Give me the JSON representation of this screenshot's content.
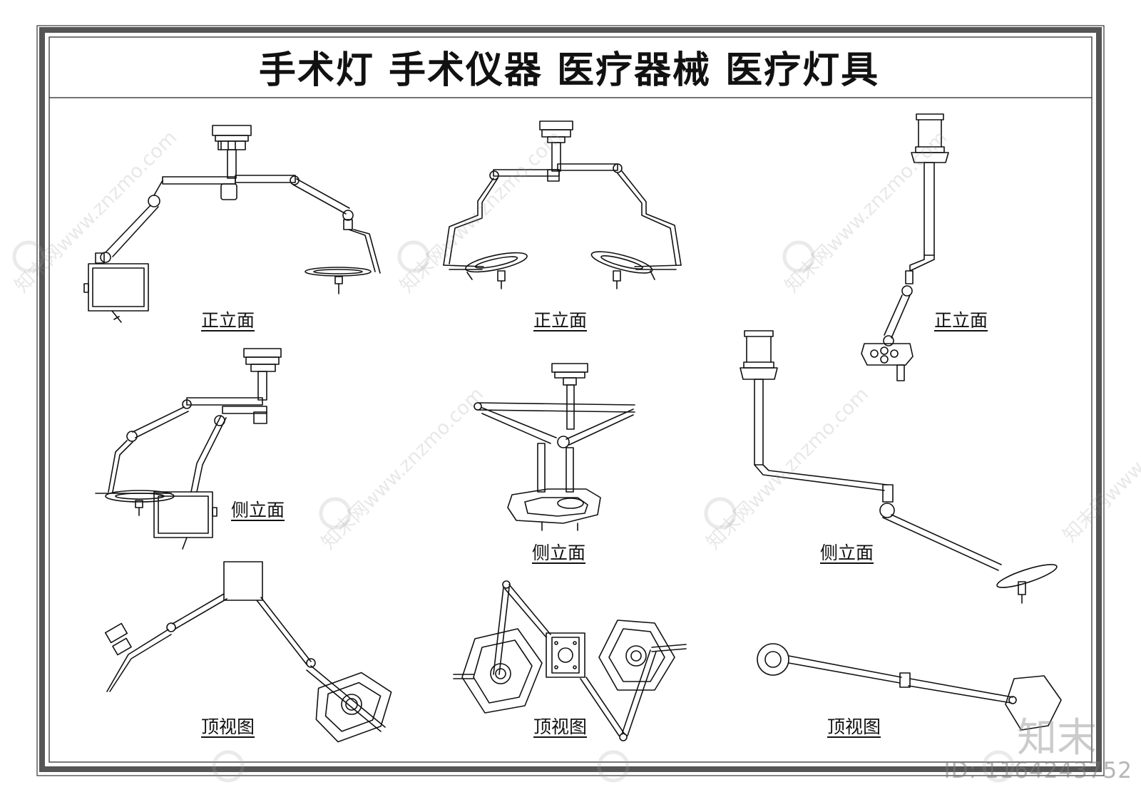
{
  "title": "手术灯  手术仪器  医疗器械  医疗灯具",
  "captions": {
    "front1": "正立面",
    "front2": "正立面",
    "front3": "正立面",
    "side1": "侧立面",
    "side2": "侧立面",
    "side3": "侧立面",
    "top1": "顶视图",
    "top2": "顶视图",
    "top3": "顶视图"
  },
  "watermark": {
    "text": "知末网www.znzmo.com",
    "brand": "知末",
    "id": "ID: 1164243752"
  }
}
